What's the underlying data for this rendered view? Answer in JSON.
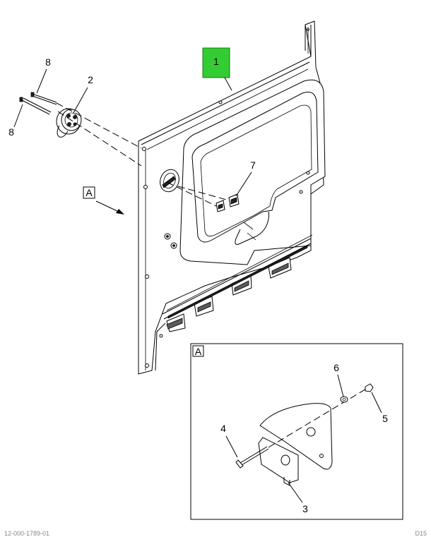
{
  "diagram": {
    "callouts": {
      "c1": "1",
      "c2": "2",
      "c3": "3",
      "c4": "4",
      "c5": "5",
      "c6": "6",
      "c7": "7",
      "c8a": "8",
      "c8b": "8"
    },
    "view_label": "A",
    "detail_label": "A",
    "highlight_color": "#33cc33"
  },
  "footer": {
    "left_id": "12-000-1789-01",
    "right_id": "D15"
  }
}
